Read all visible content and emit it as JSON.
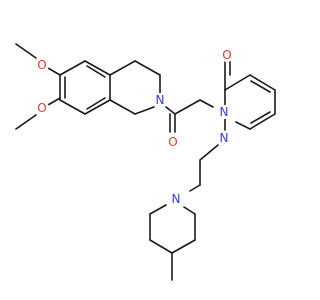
{
  "molecule": {
    "colors": {
      "bond": "#1a1a1a",
      "oxygen": "#e8392c",
      "nitrogen": "#2e3df2",
      "background": "#ffffff"
    },
    "atoms": {
      "o_methoxy_top": "O",
      "o_methoxy_bottom": "O",
      "n_isoquinoline": "N",
      "o_amide": "O",
      "o_pyridazinone": "O",
      "n_pyridazinone_1": "N",
      "n_pyridazinone_2": "N",
      "n_piperidine": "N"
    }
  }
}
